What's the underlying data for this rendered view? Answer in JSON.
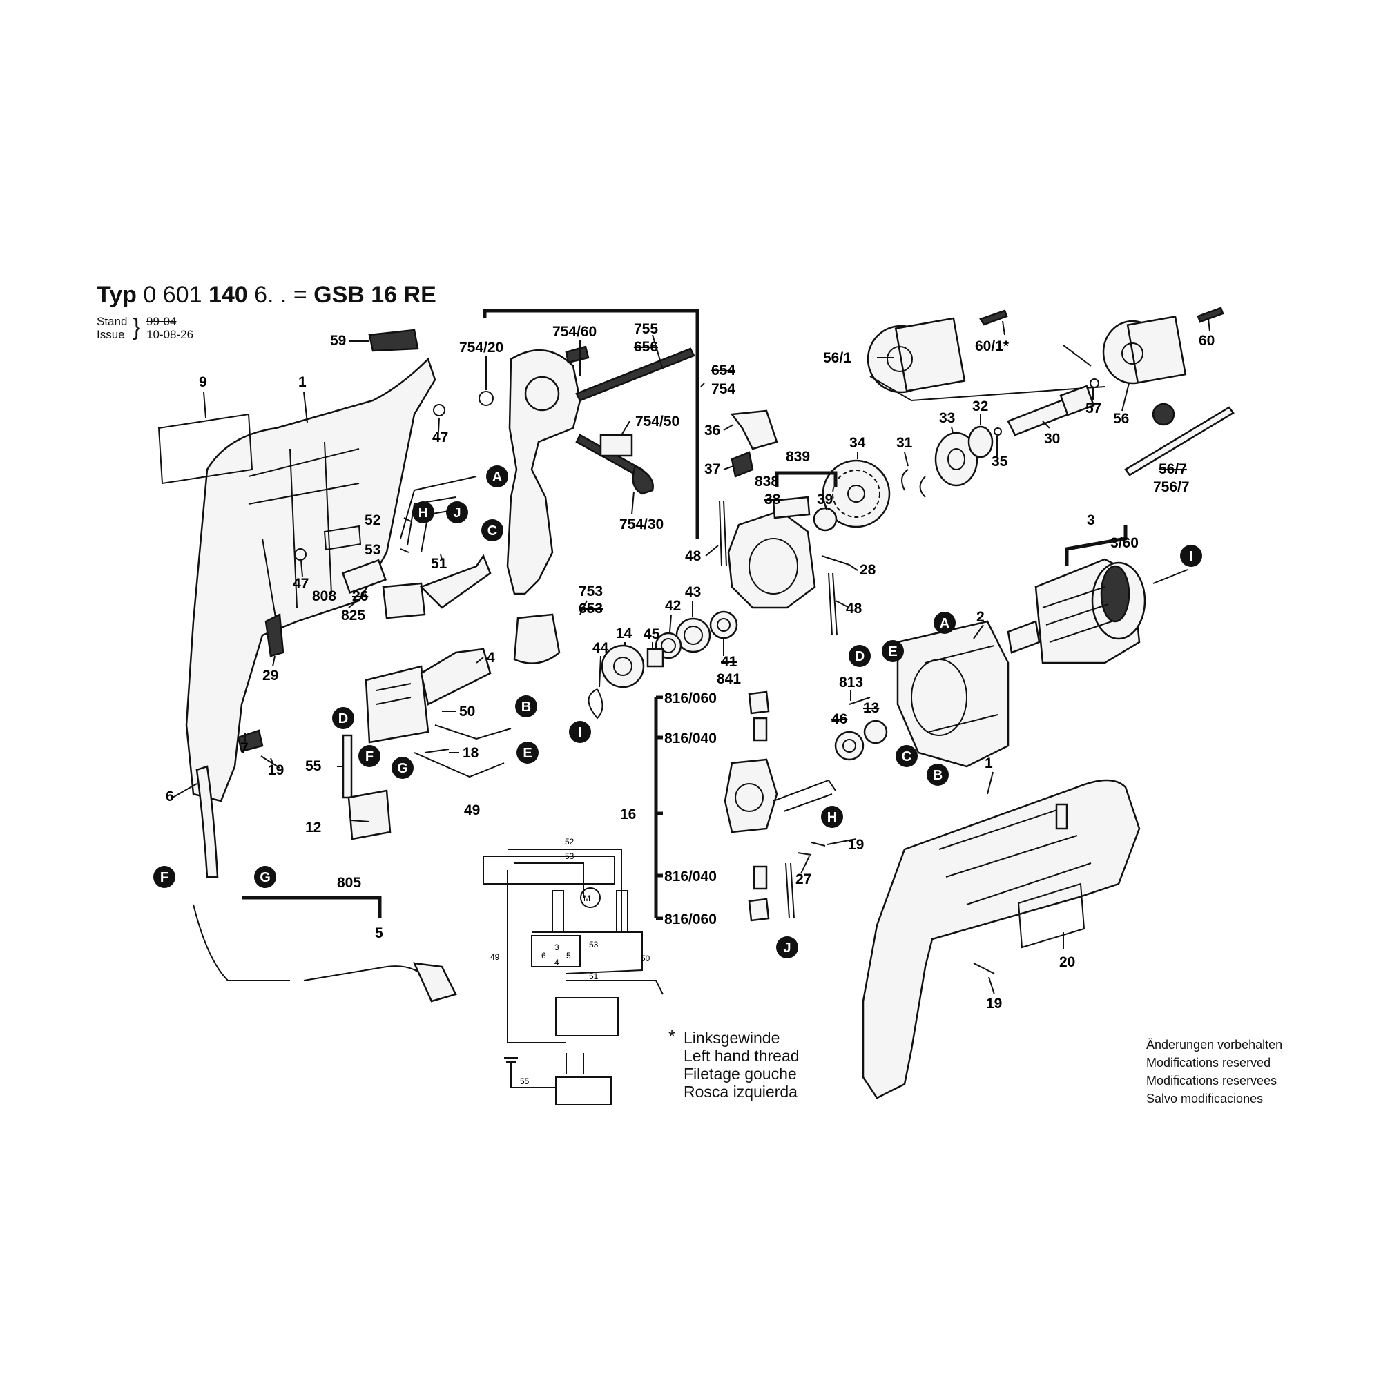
{
  "header": {
    "typ_label": "Typ",
    "typ_number": "0 601",
    "typ_number_bold": "140",
    "typ_suffix": "6. . =",
    "model": "GSB 16 RE",
    "stand_label": "Stand",
    "issue_label": "Issue",
    "stand_value_crossed": "99-04",
    "issue_value": "10-08-26"
  },
  "thread_note": {
    "marker": "*",
    "lines": [
      "Linksgewinde",
      "Left hand thread",
      "Filetage gouche",
      "Rosca izquierda"
    ]
  },
  "modification_note": {
    "lines": [
      "Änderungen vorbehalten",
      "Modifications reserved",
      "Modifications reservees",
      "Salvo modificaciones"
    ]
  },
  "part_labels": [
    {
      "id": "p9",
      "text": "9"
    },
    {
      "id": "p1a",
      "text": "1"
    },
    {
      "id": "p59",
      "text": "59"
    },
    {
      "id": "p47a",
      "text": "47"
    },
    {
      "id": "p47b",
      "text": "47"
    },
    {
      "id": "p52",
      "text": "52"
    },
    {
      "id": "p53",
      "text": "53"
    },
    {
      "id": "p51",
      "text": "51"
    },
    {
      "id": "p808",
      "text": "808"
    },
    {
      "id": "p26",
      "text": "26"
    },
    {
      "id": "p825",
      "text": "825"
    },
    {
      "id": "p29",
      "text": "29"
    },
    {
      "id": "p7",
      "text": "7"
    },
    {
      "id": "p19a",
      "text": "19"
    },
    {
      "id": "p754_20",
      "text": "754/20"
    },
    {
      "id": "p754_60",
      "text": "754/60"
    },
    {
      "id": "p755",
      "text": "755"
    },
    {
      "id": "p656",
      "text": "656"
    },
    {
      "id": "p654",
      "text": "654"
    },
    {
      "id": "p754",
      "text": "754"
    },
    {
      "id": "p754_50",
      "text": "754/50"
    },
    {
      "id": "p754_30",
      "text": "754/30"
    },
    {
      "id": "p753",
      "text": "753"
    },
    {
      "id": "p653",
      "text": "653"
    },
    {
      "id": "p4",
      "text": "4"
    },
    {
      "id": "p50",
      "text": "50"
    },
    {
      "id": "p18",
      "text": "18"
    },
    {
      "id": "p55",
      "text": "55"
    },
    {
      "id": "p49",
      "text": "49"
    },
    {
      "id": "p12",
      "text": "12"
    },
    {
      "id": "p6",
      "text": "6"
    },
    {
      "id": "p805",
      "text": "805"
    },
    {
      "id": "p5",
      "text": "5"
    },
    {
      "id": "p56_1",
      "text": "56/1"
    },
    {
      "id": "p60_1",
      "text": "60/1*"
    },
    {
      "id": "p60",
      "text": "60"
    },
    {
      "id": "p57",
      "text": "57"
    },
    {
      "id": "p56",
      "text": "56"
    },
    {
      "id": "p30",
      "text": "30"
    },
    {
      "id": "p32",
      "text": "32"
    },
    {
      "id": "p33",
      "text": "33"
    },
    {
      "id": "p35",
      "text": "35"
    },
    {
      "id": "p56_7",
      "text": "56/7"
    },
    {
      "id": "p756_7",
      "text": "756/7"
    },
    {
      "id": "p36",
      "text": "36"
    },
    {
      "id": "p37",
      "text": "37"
    },
    {
      "id": "p839",
      "text": "839"
    },
    {
      "id": "p838",
      "text": "838"
    },
    {
      "id": "p38",
      "text": "38"
    },
    {
      "id": "p39",
      "text": "39"
    },
    {
      "id": "p34",
      "text": "34"
    },
    {
      "id": "p31",
      "text": "31"
    },
    {
      "id": "p48a",
      "text": "48"
    },
    {
      "id": "p28",
      "text": "28"
    },
    {
      "id": "p48b",
      "text": "48"
    },
    {
      "id": "p43",
      "text": "43"
    },
    {
      "id": "p42",
      "text": "42"
    },
    {
      "id": "p14",
      "text": "14"
    },
    {
      "id": "p45",
      "text": "45"
    },
    {
      "id": "p44",
      "text": "44"
    },
    {
      "id": "p41",
      "text": "41"
    },
    {
      "id": "p841",
      "text": "841"
    },
    {
      "id": "p3",
      "text": "3"
    },
    {
      "id": "p3_60",
      "text": "3/60"
    },
    {
      "id": "p2",
      "text": "2"
    },
    {
      "id": "p813",
      "text": "813"
    },
    {
      "id": "p46",
      "text": "46"
    },
    {
      "id": "p13",
      "text": "13"
    },
    {
      "id": "p816_060a",
      "text": "816/060"
    },
    {
      "id": "p816_040a",
      "text": "816/040"
    },
    {
      "id": "p16",
      "text": "16"
    },
    {
      "id": "p816_040b",
      "text": "816/040"
    },
    {
      "id": "p816_060b",
      "text": "816/060"
    },
    {
      "id": "p19b",
      "text": "19"
    },
    {
      "id": "p27",
      "text": "27"
    },
    {
      "id": "p1b",
      "text": "1"
    },
    {
      "id": "p20",
      "text": "20"
    },
    {
      "id": "p19c",
      "text": "19"
    }
  ],
  "connector_markers": [
    {
      "id": "mA1",
      "text": "A"
    },
    {
      "id": "mH1",
      "text": "H"
    },
    {
      "id": "mJ1",
      "text": "J"
    },
    {
      "id": "mC1",
      "text": "C"
    },
    {
      "id": "mB1",
      "text": "B"
    },
    {
      "id": "mE1",
      "text": "E"
    },
    {
      "id": "mD1",
      "text": "D"
    },
    {
      "id": "mF1",
      "text": "F"
    },
    {
      "id": "mG1",
      "text": "G"
    },
    {
      "id": "mF2",
      "text": "F"
    },
    {
      "id": "mG2",
      "text": "G"
    },
    {
      "id": "mI1",
      "text": "I"
    },
    {
      "id": "mI2",
      "text": "I"
    },
    {
      "id": "mA2",
      "text": "A"
    },
    {
      "id": "mE2",
      "text": "E"
    },
    {
      "id": "mD2",
      "text": "D"
    },
    {
      "id": "mC2",
      "text": "C"
    },
    {
      "id": "mB2",
      "text": "B"
    },
    {
      "id": "mH2",
      "text": "H"
    },
    {
      "id": "mJ2",
      "text": "J"
    }
  ],
  "schematic": {
    "labels": [
      "52",
      "53",
      "49",
      "50",
      "3",
      "6",
      "4",
      "5",
      "53",
      "51",
      "55"
    ],
    "motor_label": "M"
  }
}
